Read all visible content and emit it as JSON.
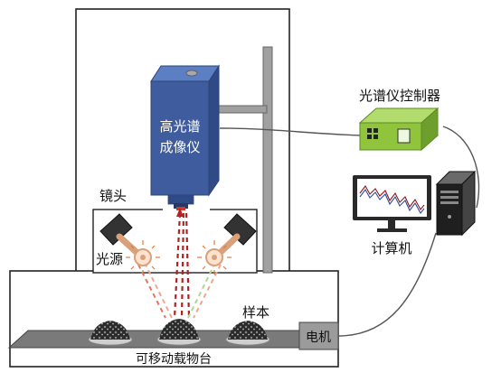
{
  "labels": {
    "camera_line1": "高光谱",
    "camera_line2": "成像仪",
    "lens": "镜头",
    "light_source": "光源",
    "sample": "样本",
    "stage": "可移动载物台",
    "motor": "电机",
    "controller": "光谱仪控制器",
    "computer": "计算机"
  },
  "colors": {
    "camera_body": "#3f5d9e",
    "camera_top": "#5c7ec2",
    "controller_body": "#8fc43c",
    "controller_top": "#b3dc6f",
    "lamp_arm": "#d9a07a",
    "light_beam": "#b22222",
    "stand": "#a0a0a0"
  },
  "icons": {
    "lamp": "lamp-icon",
    "monitor": "monitor-icon",
    "pc_tower": "pc-tower-icon",
    "sample_pile": "sample-pile-icon"
  }
}
